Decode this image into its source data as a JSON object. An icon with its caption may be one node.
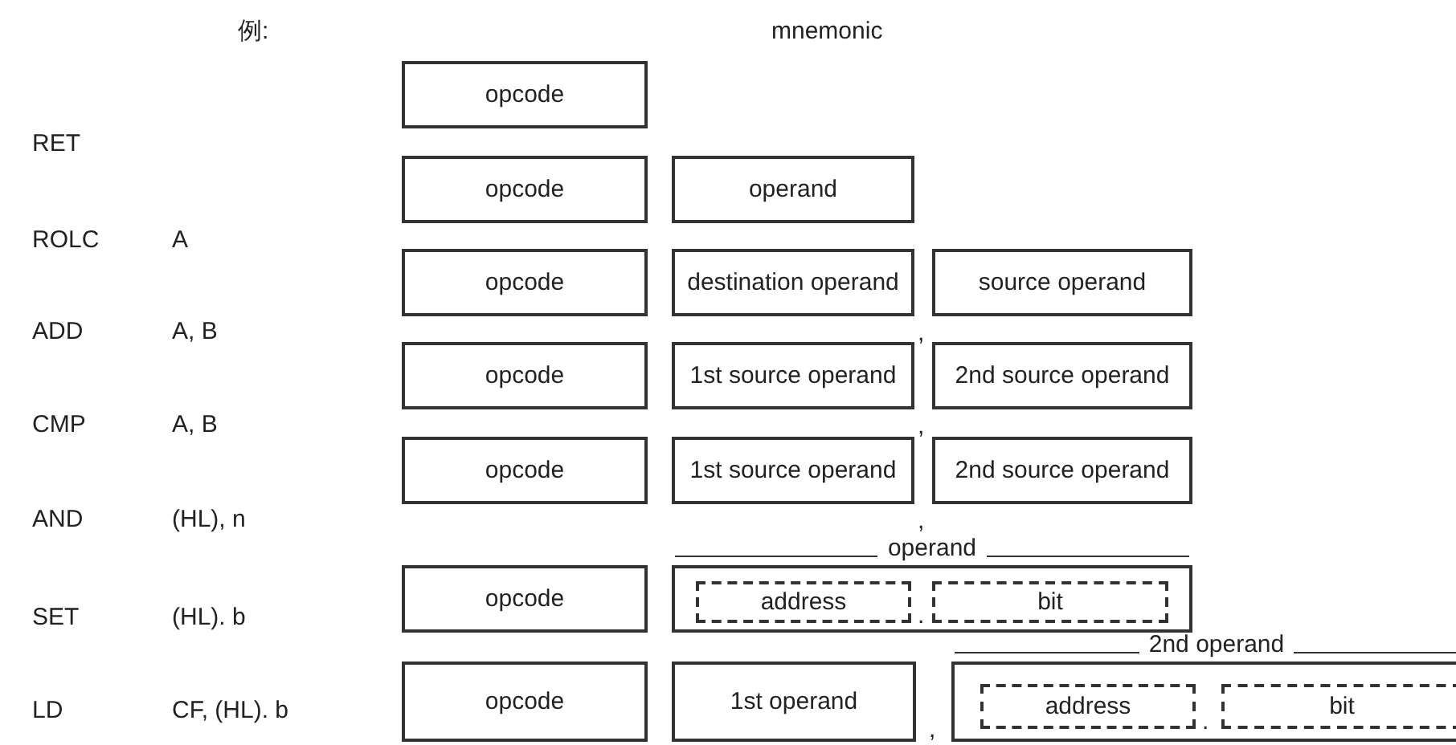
{
  "diagram": {
    "nodes": [
      {
        "text": [
          "opcode"
        ]
      },
      {
        "text": [
          "opcode"
        ]
      },
      {
        "text": [
          "operand"
        ]
      },
      {
        "text": [
          "opcode"
        ]
      },
      {
        "text": [
          "destination operand"
        ]
      },
      {
        "text": [
          "source operand"
        ]
      },
      {
        "text": [
          "opcode"
        ]
      },
      {
        "text": [
          "1st source operand"
        ]
      },
      {
        "text": [
          "2nd source operand"
        ]
      },
      {
        "text": [
          "opcode"
        ]
      },
      {
        "text": [
          "1st source operand"
        ]
      },
      {
        "text": [
          "2nd source operand"
        ]
      },
      {
        "text": [
          "opcode"
        ]
      },
      {
        "text": [
          "operand"
        ]
      },
      {
        "text": [
          "address"
        ],
        "in": 13
      },
      {
        "text": [
          "bit"
        ],
        "in": 13
      },
      {
        "text": [
          "opcode"
        ]
      },
      {
        "text": [
          "1st operand"
        ]
      },
      {
        "text": [
          "2nd operand"
        ]
      },
      {
        "text": [
          "address"
        ],
        "in": 18
      },
      {
        "text": [
          "bit"
        ],
        "in": 18
      }
    ],
    "edges": [],
    "labels": [
      "例:",
      "mnemonic",
      "RET",
      "ROLC",
      "A",
      "ADD",
      "A, B",
      ",",
      "CMP",
      "A, B",
      ",",
      "AND",
      "(HL), n",
      ",",
      "SET",
      "(HL). b",
      ".",
      "LD",
      "CF, (HL). b",
      ".",
      ","
    ]
  }
}
